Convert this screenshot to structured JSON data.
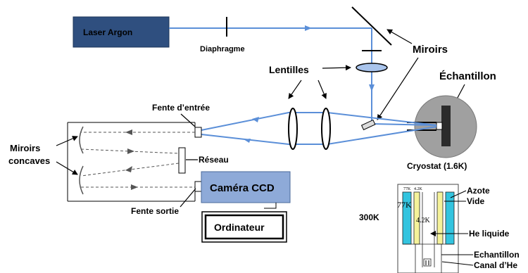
{
  "labels": {
    "laser": "Laser Argon",
    "diaphragme": "Diaphragme",
    "miroirs": "Miroirs",
    "lentilles": "Lentilles",
    "echantillon": "Échantillon",
    "fente_entree": "Fente d’entrée",
    "miroirs_concaves_1": "Miroirs",
    "miroirs_concaves_2": "concaves",
    "reseau": "Réseau",
    "cryostat": "Cryostat (1.6K)",
    "camera": "Caméra CCD",
    "fente_sortie": "Fente sortie",
    "ordinateur": "Ordinateur"
  },
  "cryostat_inset": {
    "t_300k": "300K",
    "t_77k_small": "77K",
    "t_42k_small": "4.2K",
    "t_77k": "77K",
    "t_42k": "4.2K",
    "azote": "Azote",
    "vide": "Vide",
    "he_liquide": "He liquide",
    "echantillon": "Echantillon",
    "canal": "Canal d’He"
  },
  "colors": {
    "laser_box": "#2f4f7f",
    "beam": "#5b8fd8",
    "camera_box": "#8eaad8",
    "cryostat_disk": "#9e9e9e",
    "cyan": "#33c4df",
    "yellow": "#f5f29a"
  }
}
